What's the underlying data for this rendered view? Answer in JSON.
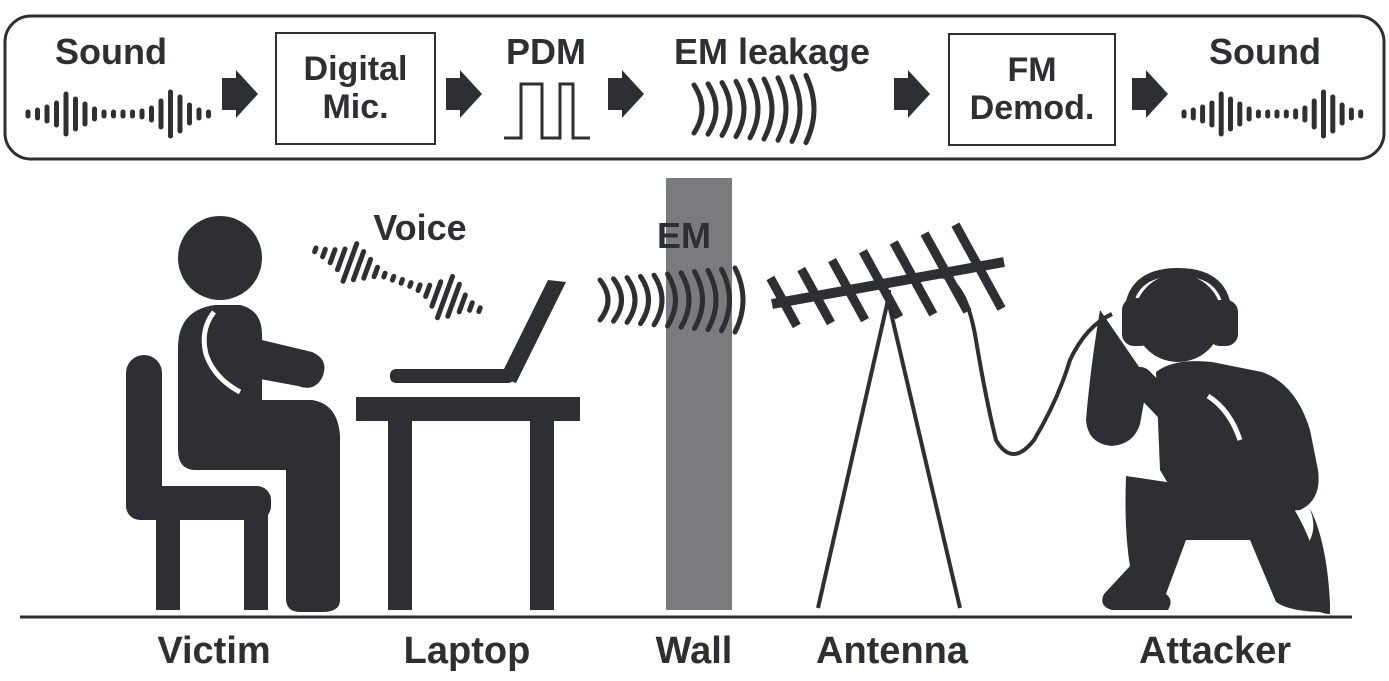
{
  "pipeline": {
    "sound_in": "Sound",
    "digital_mic": [
      "Digital",
      "Mic."
    ],
    "pdm": "PDM",
    "em_leakage": "EM leakage",
    "fm_demod": [
      "FM",
      "Demod."
    ],
    "sound_out": "Sound"
  },
  "scene": {
    "voice": "Voice",
    "em": "EM",
    "victim": "Victim",
    "laptop": "Laptop",
    "wall": "Wall",
    "antenna": "Antenna",
    "attacker": "Attacker"
  },
  "colors": {
    "ink": "#2d2f33",
    "wall": "#7a7b7e",
    "background": "#ffffff"
  }
}
